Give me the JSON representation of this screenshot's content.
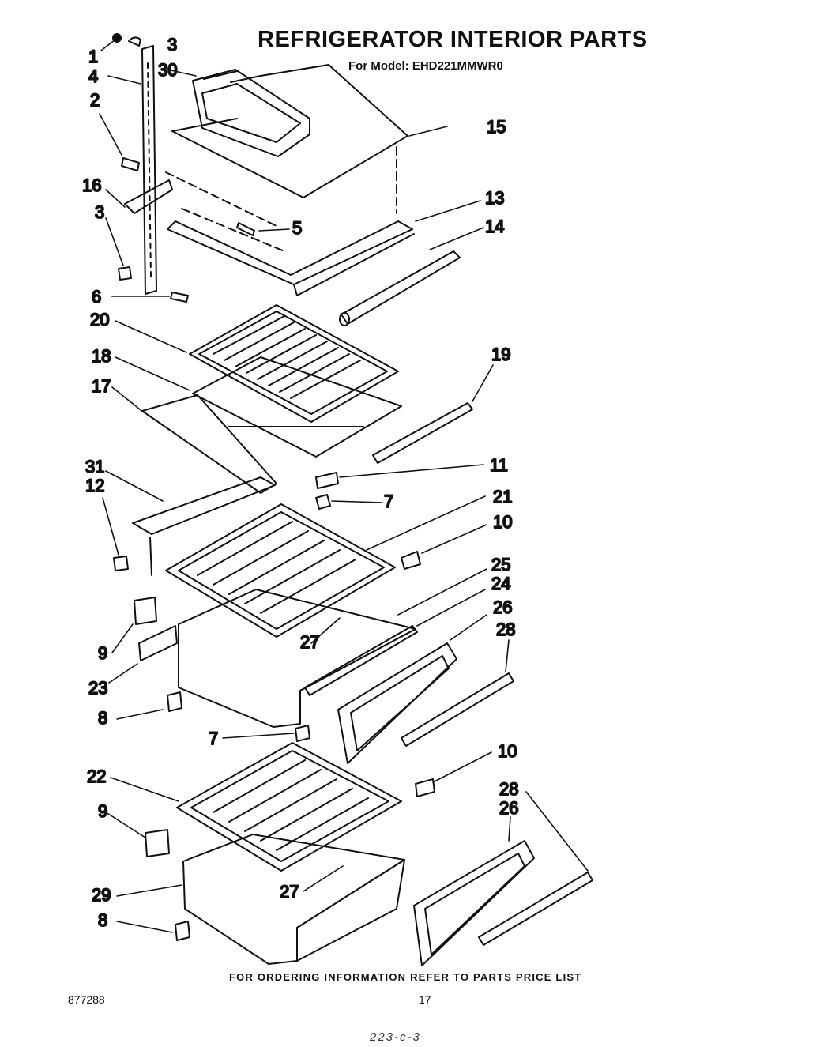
{
  "title": "REFRIGERATOR INTERIOR PARTS",
  "subtitle": "For Model: EHD221MMWR0",
  "footer_note": "FOR ORDERING INFORMATION REFER TO PARTS PRICE LIST",
  "document_number": "877288",
  "page_number": "17",
  "stamp": "223-c-3",
  "callouts": {
    "c1": "1",
    "c2": "2",
    "c3a": "3",
    "c3b": "3",
    "c4": "4",
    "c5": "5",
    "c6": "6",
    "c7a": "7",
    "c7b": "7",
    "c8a": "8",
    "c8b": "8",
    "c9a": "9",
    "c9b": "9",
    "c10a": "10",
    "c10b": "10",
    "c11": "11",
    "c12": "12",
    "c13": "13",
    "c14": "14",
    "c15": "15",
    "c16": "16",
    "c17": "17",
    "c18": "18",
    "c19": "19",
    "c20": "20",
    "c21": "21",
    "c22": "22",
    "c23": "23",
    "c24": "24",
    "c25": "25",
    "c26a": "26",
    "c26b": "26",
    "c27a": "27",
    "c27b": "27",
    "c28a": "28",
    "c28b": "28",
    "c29": "29",
    "c30": "30",
    "c31": "31"
  }
}
